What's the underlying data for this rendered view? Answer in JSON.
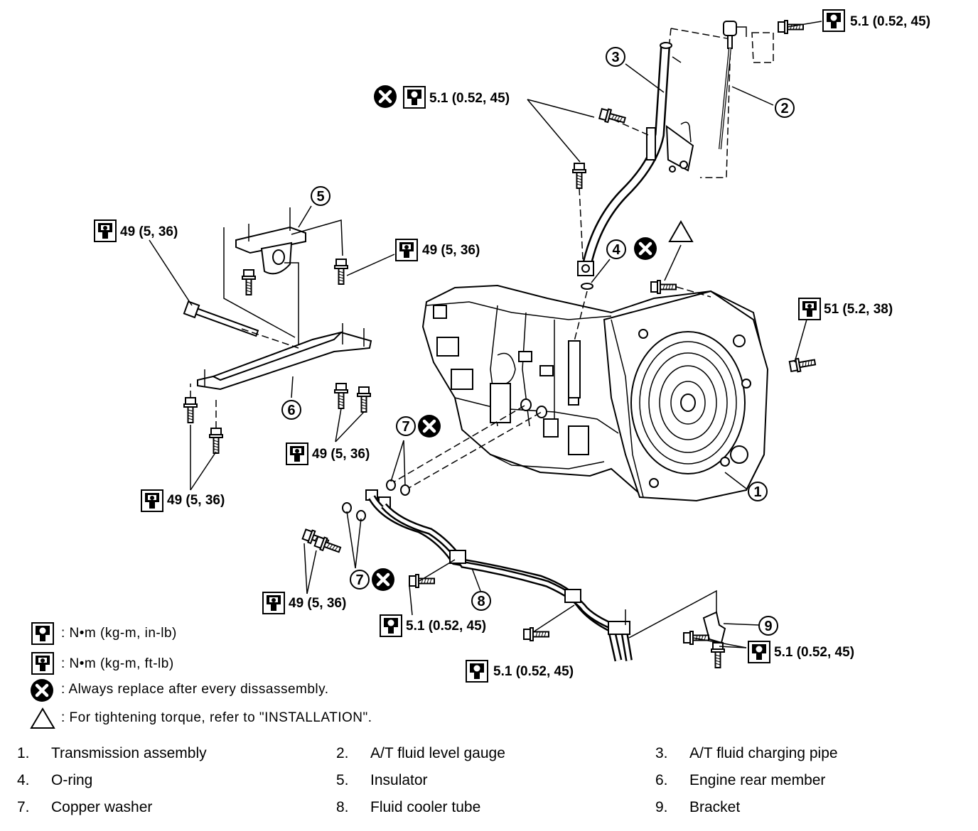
{
  "callouts": {
    "torque_top_right": "5.1 (0.52, 45)",
    "torque_top_left": "5.1 (0.52, 45)",
    "torque_member_left": "49 (5, 36)",
    "torque_insulator": "49 (5, 36)",
    "torque_mount_right": "51 (5.2, 38)",
    "torque_member_mid": "49 (5, 36)",
    "torque_member_low": "49 (5, 36)",
    "torque_tube_bolts": "49 (5, 36)",
    "torque_tube_clip_a": "5.1 (0.52, 45)",
    "torque_tube_clip_b": "5.1 (0.52, 45)",
    "torque_bracket": "5.1 (0.52, 45)"
  },
  "part_numbers": [
    "1",
    "2",
    "3",
    "4",
    "5",
    "6",
    "7",
    "7",
    "8",
    "9"
  ],
  "legend": [
    {
      "icon": "torque-in-lb-icon",
      "text": ":  N•m  (kg-m,  in-lb)"
    },
    {
      "icon": "torque-ft-lb-icon",
      "text": ":  N•m  (kg-m,  ft-lb)"
    },
    {
      "icon": "replace-icon",
      "text": ": Always replace after every dissassembly."
    },
    {
      "icon": "triangle-icon",
      "text": ": For tightening torque, refer to \"INSTALLATION\"."
    }
  ],
  "parts": [
    {
      "num": "1.",
      "name": "Transmission assembly"
    },
    {
      "num": "2.",
      "name": "A/T fluid level gauge"
    },
    {
      "num": "3.",
      "name": "A/T fluid charging pipe"
    },
    {
      "num": "4.",
      "name": "O-ring"
    },
    {
      "num": "5.",
      "name": "Insulator"
    },
    {
      "num": "6.",
      "name": "Engine rear member"
    },
    {
      "num": "7.",
      "name": "Copper washer"
    },
    {
      "num": "8.",
      "name": "Fluid cooler tube"
    },
    {
      "num": "9.",
      "name": "Bracket"
    }
  ]
}
